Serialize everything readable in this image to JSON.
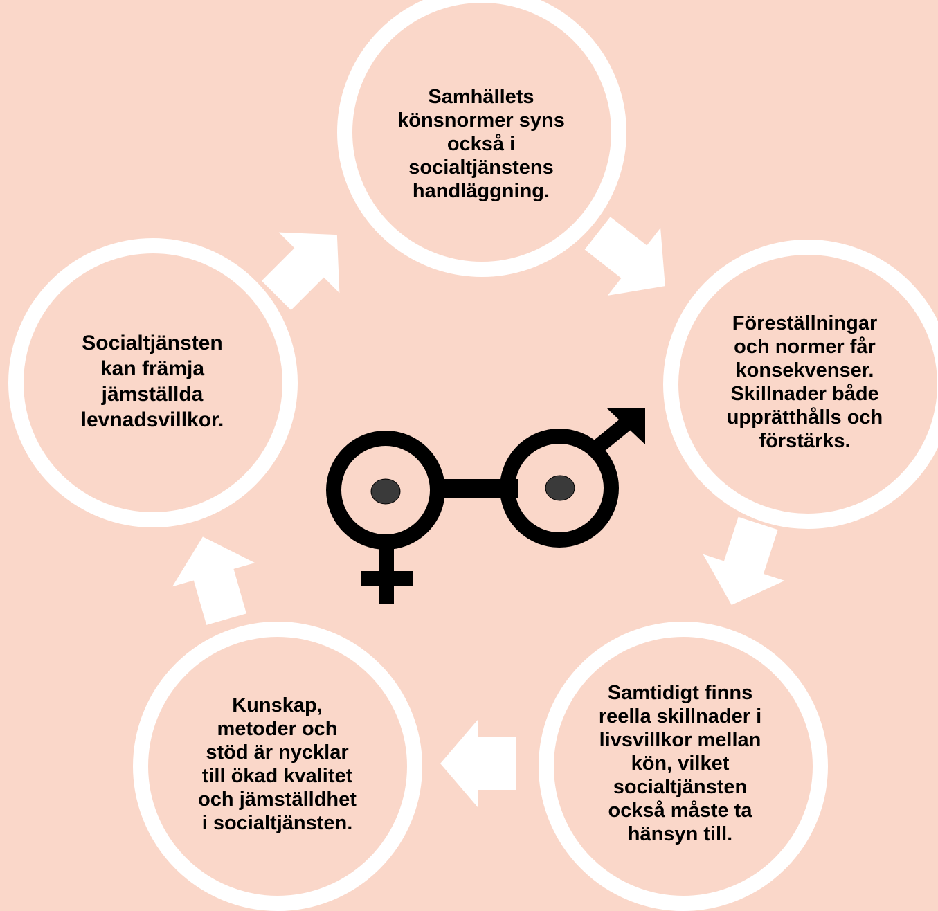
{
  "colors": {
    "background": "#fad7c9",
    "ring": "#ffffff",
    "arrow": "#ffffff",
    "symbol": "#000000",
    "eye": "#3a3a3a"
  },
  "nodes": [
    {
      "id": "top",
      "text": "Samhällets\nkönsnormer syns\nockså i\nsocialtjänstens\nhandläggning."
    },
    {
      "id": "right",
      "text": "Föreställningar\noch normer får\nkonsekvenser.\nSkillnader både\nupprätthålls och\nförstärks."
    },
    {
      "id": "bottom-right",
      "text": "Samtidigt finns\nreella skillnader i\nlivsvillkor mellan\nkön, vilket\nsocialtjänsten\nockså måste ta\nhänsyn till."
    },
    {
      "id": "bottom-left",
      "text": "Kunskap,\nmetoder och\nstöd är nycklar\ntill ökad kvalitet\noch jämställdhet\ni socialtjänsten."
    },
    {
      "id": "left",
      "text": "Socialtjänsten\nkan främja\njämställda\nlevnadsvillkor."
    }
  ],
  "center_icon": "gender-symbols-glasses-icon",
  "arrows": [
    "arrow-top-to-right",
    "arrow-right-to-bottom-right",
    "arrow-bottom-right-to-bottom-left",
    "arrow-bottom-left-to-left",
    "arrow-left-to-top"
  ]
}
